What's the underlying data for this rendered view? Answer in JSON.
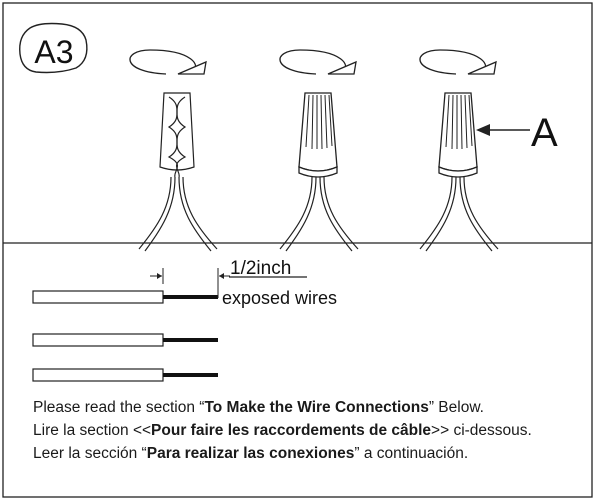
{
  "step": {
    "badge": "A3"
  },
  "callout": {
    "letter": "A"
  },
  "wire_diagram": {
    "measure_label": "1/2inch",
    "exposed_label": "exposed wires"
  },
  "instructions": [
    {
      "pre": "Please read the section “",
      "bold": "To Make the Wire Connections",
      "post": "” Below."
    },
    {
      "pre": "Lire la section <<",
      "bold": "Pour faire les raccordements de câble",
      "post": ">> ci-dessous."
    },
    {
      "pre": "Leer la sección “",
      "bold": "Para realizar las conexiones",
      "post": "” a continuación."
    }
  ]
}
